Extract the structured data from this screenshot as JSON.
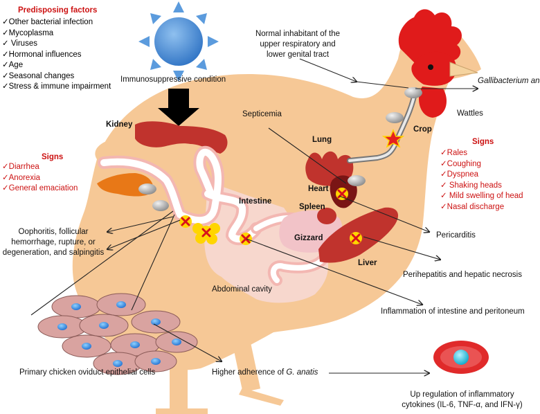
{
  "predisposing": {
    "title": "Predisposing factors",
    "items": [
      "✓Other bacterial infection",
      "✓Mycoplasma",
      "✓ Viruses",
      "✓Hormonal influences",
      "✓Age",
      "✓Seasonal changes",
      "✓Stress  & immune impairment"
    ]
  },
  "signs_left": {
    "title": "Signs",
    "items": [
      "✓Diarrhea",
      "✓Anorexia",
      "✓General emaciation"
    ]
  },
  "signs_right": {
    "title": "Signs",
    "items": [
      "✓Rales",
      "✓Coughing",
      "✓Dyspnea",
      "✓ Shaking heads",
      "✓ Mild swelling of head",
      "✓Nasal discharge"
    ]
  },
  "labels": {
    "immunosuppressive": "Immunosuppressive condition",
    "normal_inhabitant": [
      "Normal inhabitant of the",
      "upper respiratory and",
      "lower genital tract"
    ],
    "gallibacterium": "Gallibacterium anatis",
    "wattles": "Wattles",
    "crop": "Crop",
    "kidney": "Kidney",
    "septicemia": "Septicemia",
    "lung": "Lung",
    "heart": "Heart",
    "spleen": "Spleen",
    "intestine": "Intestine",
    "gizzard": "Gizzard",
    "liver": "Liver",
    "abdominal_cavity": "Abdominal cavity",
    "oophoritis": [
      "Oophoritis, follicular",
      "hemorrhage, rupture, or",
      "degeneration, and salpingitis"
    ],
    "pericarditis": "Pericarditis",
    "perihepatitis": "Perihepatitis and hepatic necrosis",
    "inflammation": "Inflammation of intestine and peritoneum",
    "primary_cells": "Primary chicken oviduct epithelial cells",
    "higher_adherence_prefix": "Higher adherence  of ",
    "higher_adherence_italic": "G. anatis",
    "up_regulation": [
      "Up regulation of inflammatory",
      "cytokines (IL-6, TNF-α, and IFN-γ)"
    ]
  }
}
